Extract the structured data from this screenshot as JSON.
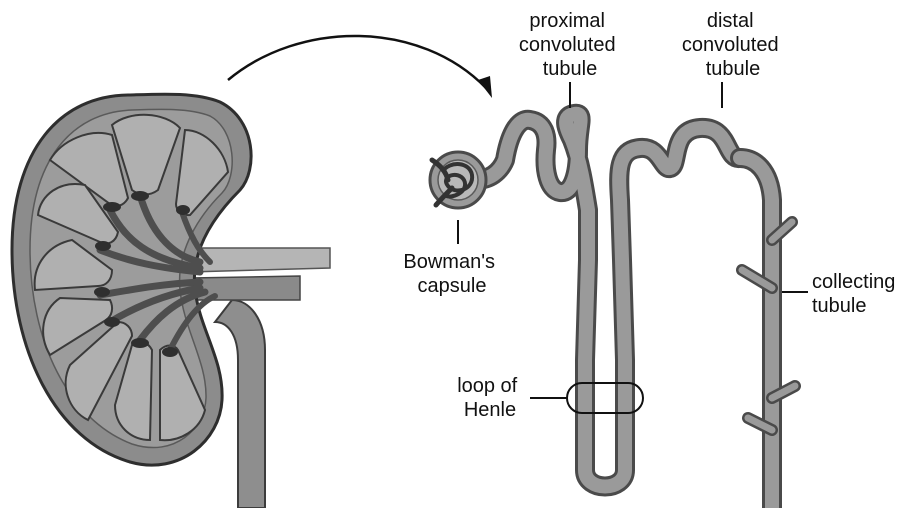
{
  "labels": {
    "proximal": [
      "proximal",
      "convoluted",
      "tubule"
    ],
    "distal": [
      "distal",
      "convoluted",
      "tubule"
    ],
    "bowman": [
      "Bowman's",
      "capsule"
    ],
    "collecting": [
      "collecting",
      "tubule"
    ],
    "loop": [
      "loop of",
      "Henle"
    ]
  },
  "colors": {
    "tubule_fill": "#9a9a9a",
    "tubule_outline": "#4a4a4a",
    "kidney_cortex": "#8c8c8c",
    "pyramid_fill": "#a8a8a8",
    "pelvis_dark": "#5a5a5a",
    "line": "#111111"
  }
}
